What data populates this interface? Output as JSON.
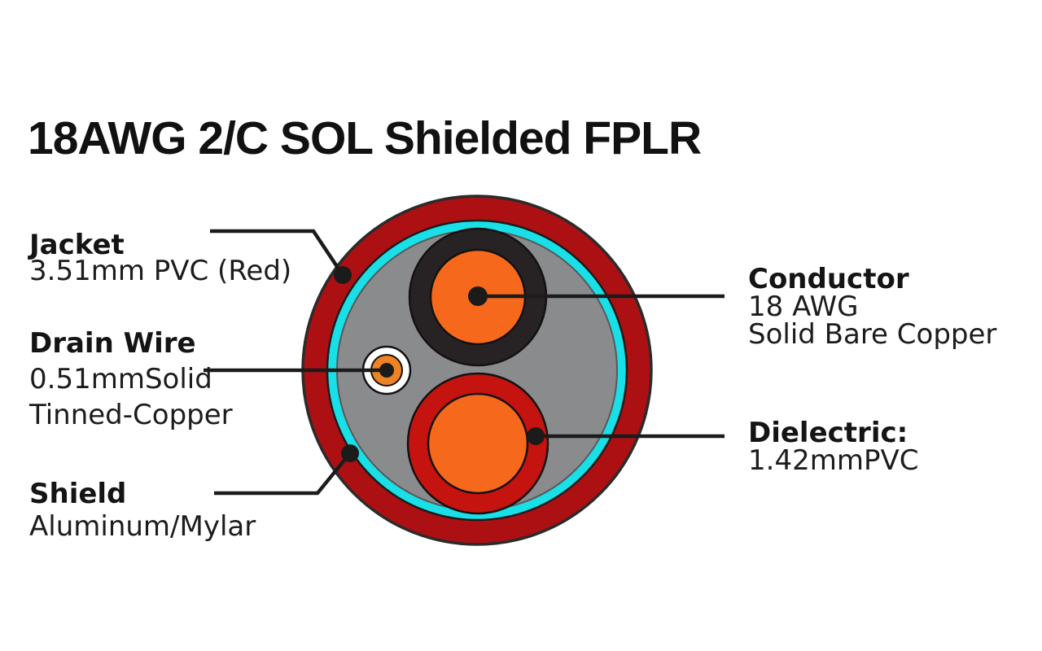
{
  "title": "18AWG 2/C SOL Shielded FPLR",
  "callouts": {
    "jacket": {
      "name": "Jacket",
      "lines": [
        "3.51mm PVC (Red)"
      ]
    },
    "drain_wire": {
      "name": "Drain Wire",
      "lines": [
        "0.51mmSolid",
        "Tinned-Copper"
      ]
    },
    "shield": {
      "name": "Shield",
      "lines": [
        "Aluminum/Mylar"
      ]
    },
    "conductor": {
      "name": "Conductor",
      "lines": [
        "18 AWG",
        "Solid Bare Copper"
      ]
    },
    "dielectric": {
      "name": "Dielectric:",
      "lines": [
        "1.42mmPVC"
      ]
    }
  },
  "colors": {
    "jacket_red": "#AD1013",
    "shield_cyan": "#19DFE7",
    "filler_gray": "#8A8B8D",
    "insulation_black": "#272324",
    "conductor_orange": "#F6681B",
    "dielectric_red": "#C5130F",
    "drain_wire_white": "#FFFFFF",
    "drain_wire_orange": "#EE8324",
    "line_black": "#1B1B1B",
    "text_black": "#1C1C1C"
  }
}
